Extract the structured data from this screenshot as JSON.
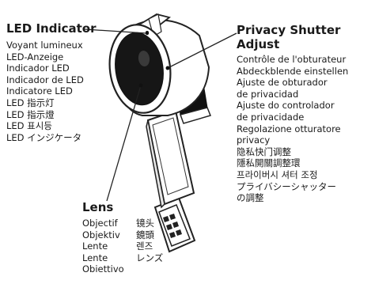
{
  "led": {
    "title": "LED Indicator",
    "labels": [
      "Voyant lumineux",
      "LED-Anzeige",
      "Indicador LED",
      "Indicador de LED",
      "Indicatore LED",
      "LED 指示灯",
      "LED 指示燈",
      "LED 표시등",
      "LED インジケータ"
    ]
  },
  "shutter": {
    "title_line1": "Privacy Shutter",
    "title_line2": "Adjust",
    "labels": [
      "Contrôle de l'obturateur",
      "Abdeckblende einstellen",
      "Ajuste de obturador",
      "de privacidad",
      "Ajuste do controlador",
      "de privacidade",
      "Regolazione otturatore",
      "privacy",
      "隐私快门调整",
      "隱私開關調整環",
      "프라이버시 셔터 조정",
      "プライバシーシャッター",
      "の調整"
    ]
  },
  "lens": {
    "title": "Lens",
    "latin": [
      "Objectif",
      "Objektiv",
      "Lente",
      "Lente",
      "Obiettivo"
    ],
    "cjk": [
      "镜头",
      "鏡頭",
      "렌즈",
      "レンズ"
    ]
  }
}
